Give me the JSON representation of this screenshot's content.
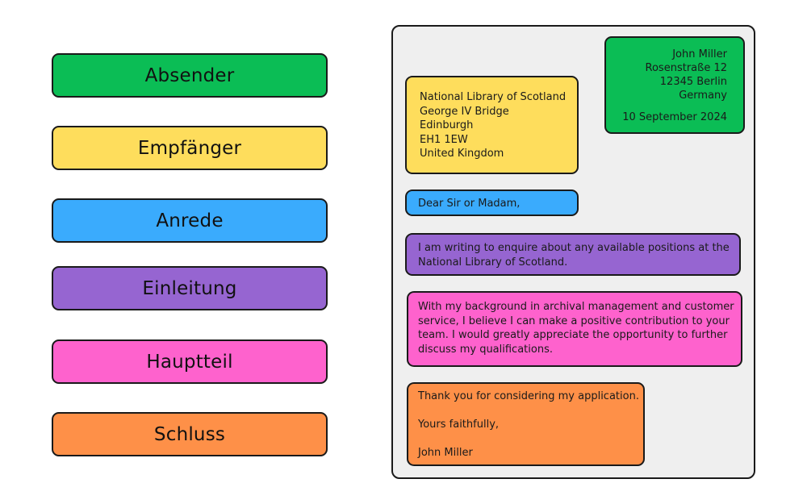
{
  "colors": {
    "green": "#0bbd55",
    "yellow": "#fedd5c",
    "blue": "#3aabfd",
    "purple": "#9665d1",
    "pink": "#fe62cd",
    "orange": "#fe9048",
    "letter_background": "#efefef",
    "border": "#1a1a1a"
  },
  "labels": [
    {
      "text": "Absender",
      "color": "#0bbd55"
    },
    {
      "text": "Empfänger",
      "color": "#fedd5c"
    },
    {
      "text": "Anrede",
      "color": "#3aabfd"
    },
    {
      "text": "Einleitung",
      "color": "#9665d1"
    },
    {
      "text": "Hauptteil",
      "color": "#fe62cd"
    },
    {
      "text": "Schluss",
      "color": "#fe9048"
    }
  ],
  "letter": {
    "sender": {
      "lines": [
        "John Miller",
        "Rosenstraße 12",
        "12345 Berlin",
        "Germany"
      ],
      "date": "10 September 2024"
    },
    "recipient": {
      "lines": [
        "National Library of Scotland",
        "George IV Bridge",
        "Edinburgh",
        "EH1 1EW",
        "United Kingdom"
      ]
    },
    "salutation": "Dear Sir or Madam,",
    "introduction": {
      "lines": [
        "I am writing to enquire about any available positions at the",
        "National Library of Scotland."
      ]
    },
    "main_body": {
      "lines": [
        "With my background in archival management and customer",
        "service, I believe I can make a positive contribution to your",
        "team. I would greatly appreciate the opportunity to further",
        "discuss my qualifications."
      ]
    },
    "closing": {
      "thanks": "Thank you for considering my application.",
      "sign_off": "Yours faithfully,",
      "name": "John Miller"
    }
  }
}
